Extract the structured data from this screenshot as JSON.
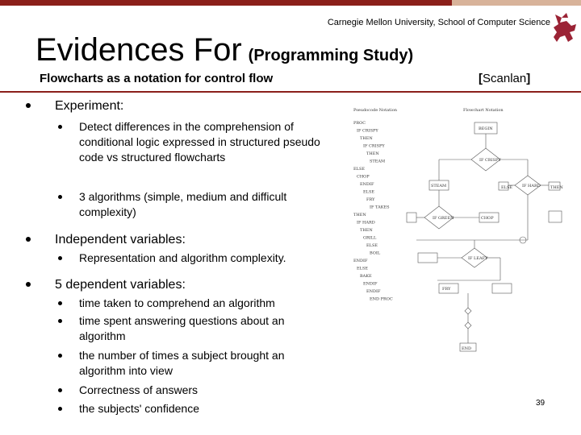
{
  "colors": {
    "top_bar_dark": "#8b1f1a",
    "top_bar_light": "#d8b39a",
    "rule": "#8b1f1a",
    "logo": "#9b2335"
  },
  "header": {
    "institution": "Carnegie Mellon University, School of Computer Science",
    "logo_icon": "cmu-scottie-logo-icon"
  },
  "title": {
    "main": "Evidences For",
    "paren": "(Programming Study)"
  },
  "subtitle": "Flowcharts as a notation for control flow",
  "citation": {
    "open": "[",
    "name": "Scanlan",
    "close": "]"
  },
  "bullets": [
    {
      "label": "Experiment:",
      "items": [
        "Detect differences in the comprehension of conditional logic expressed in structured pseudo code vs structured flowcharts",
        "3 algorithms (simple, medium and difficult complexity)"
      ]
    },
    {
      "label": "Independent variables:",
      "items": [
        "Representation and algorithm complexity."
      ]
    },
    {
      "label": "5 dependent variables:",
      "items": [
        "time taken to comprehend an algorithm",
        "time spent answering questions about an algorithm",
        "the number of times a subject brought an algorithm into view",
        "Correctness of answers",
        "the subjects' confidence"
      ]
    }
  ],
  "figure": {
    "left_heading": "Pseudocode Notation",
    "right_heading": "Flowchart Notation",
    "code_lines": [
      "PROC",
      "IF CRISPY",
      "THEN",
      "IF CRISPY",
      "THEN",
      "STEAM",
      "ELSE",
      "CHOP",
      "ENDIF",
      "ELSE",
      "FRY",
      "IF TAKES",
      "THEN",
      "IF HARD",
      "THEN",
      "GRILL",
      "ELSE",
      "BOIL",
      "ENDIF",
      "ELSE",
      "BAKE",
      "ENDIF",
      "ENDIF",
      "END PROC"
    ],
    "node_labels": [
      "BEGIN",
      "IF CRISPY",
      "ELSE",
      "THEN",
      "IF HARD",
      "STEAM",
      "IF GREEN",
      "CHOP",
      "IF LEAFY",
      "FRY",
      "END"
    ]
  },
  "page_number": "39"
}
